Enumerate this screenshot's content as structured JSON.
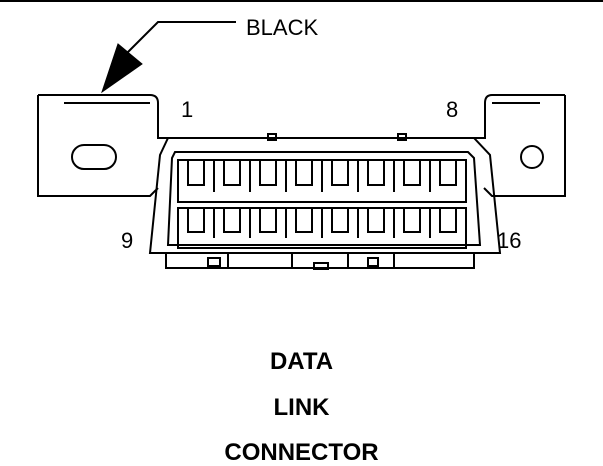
{
  "callout": {
    "label": "BLACK"
  },
  "pins": {
    "top_left": "1",
    "top_right": "8",
    "bottom_left": "9",
    "bottom_right": "16"
  },
  "caption": {
    "line1": "DATA",
    "line2": "LINK",
    "line3": "CONNECTOR"
  },
  "colors": {
    "line": "#000000",
    "background": "#ffffff"
  }
}
